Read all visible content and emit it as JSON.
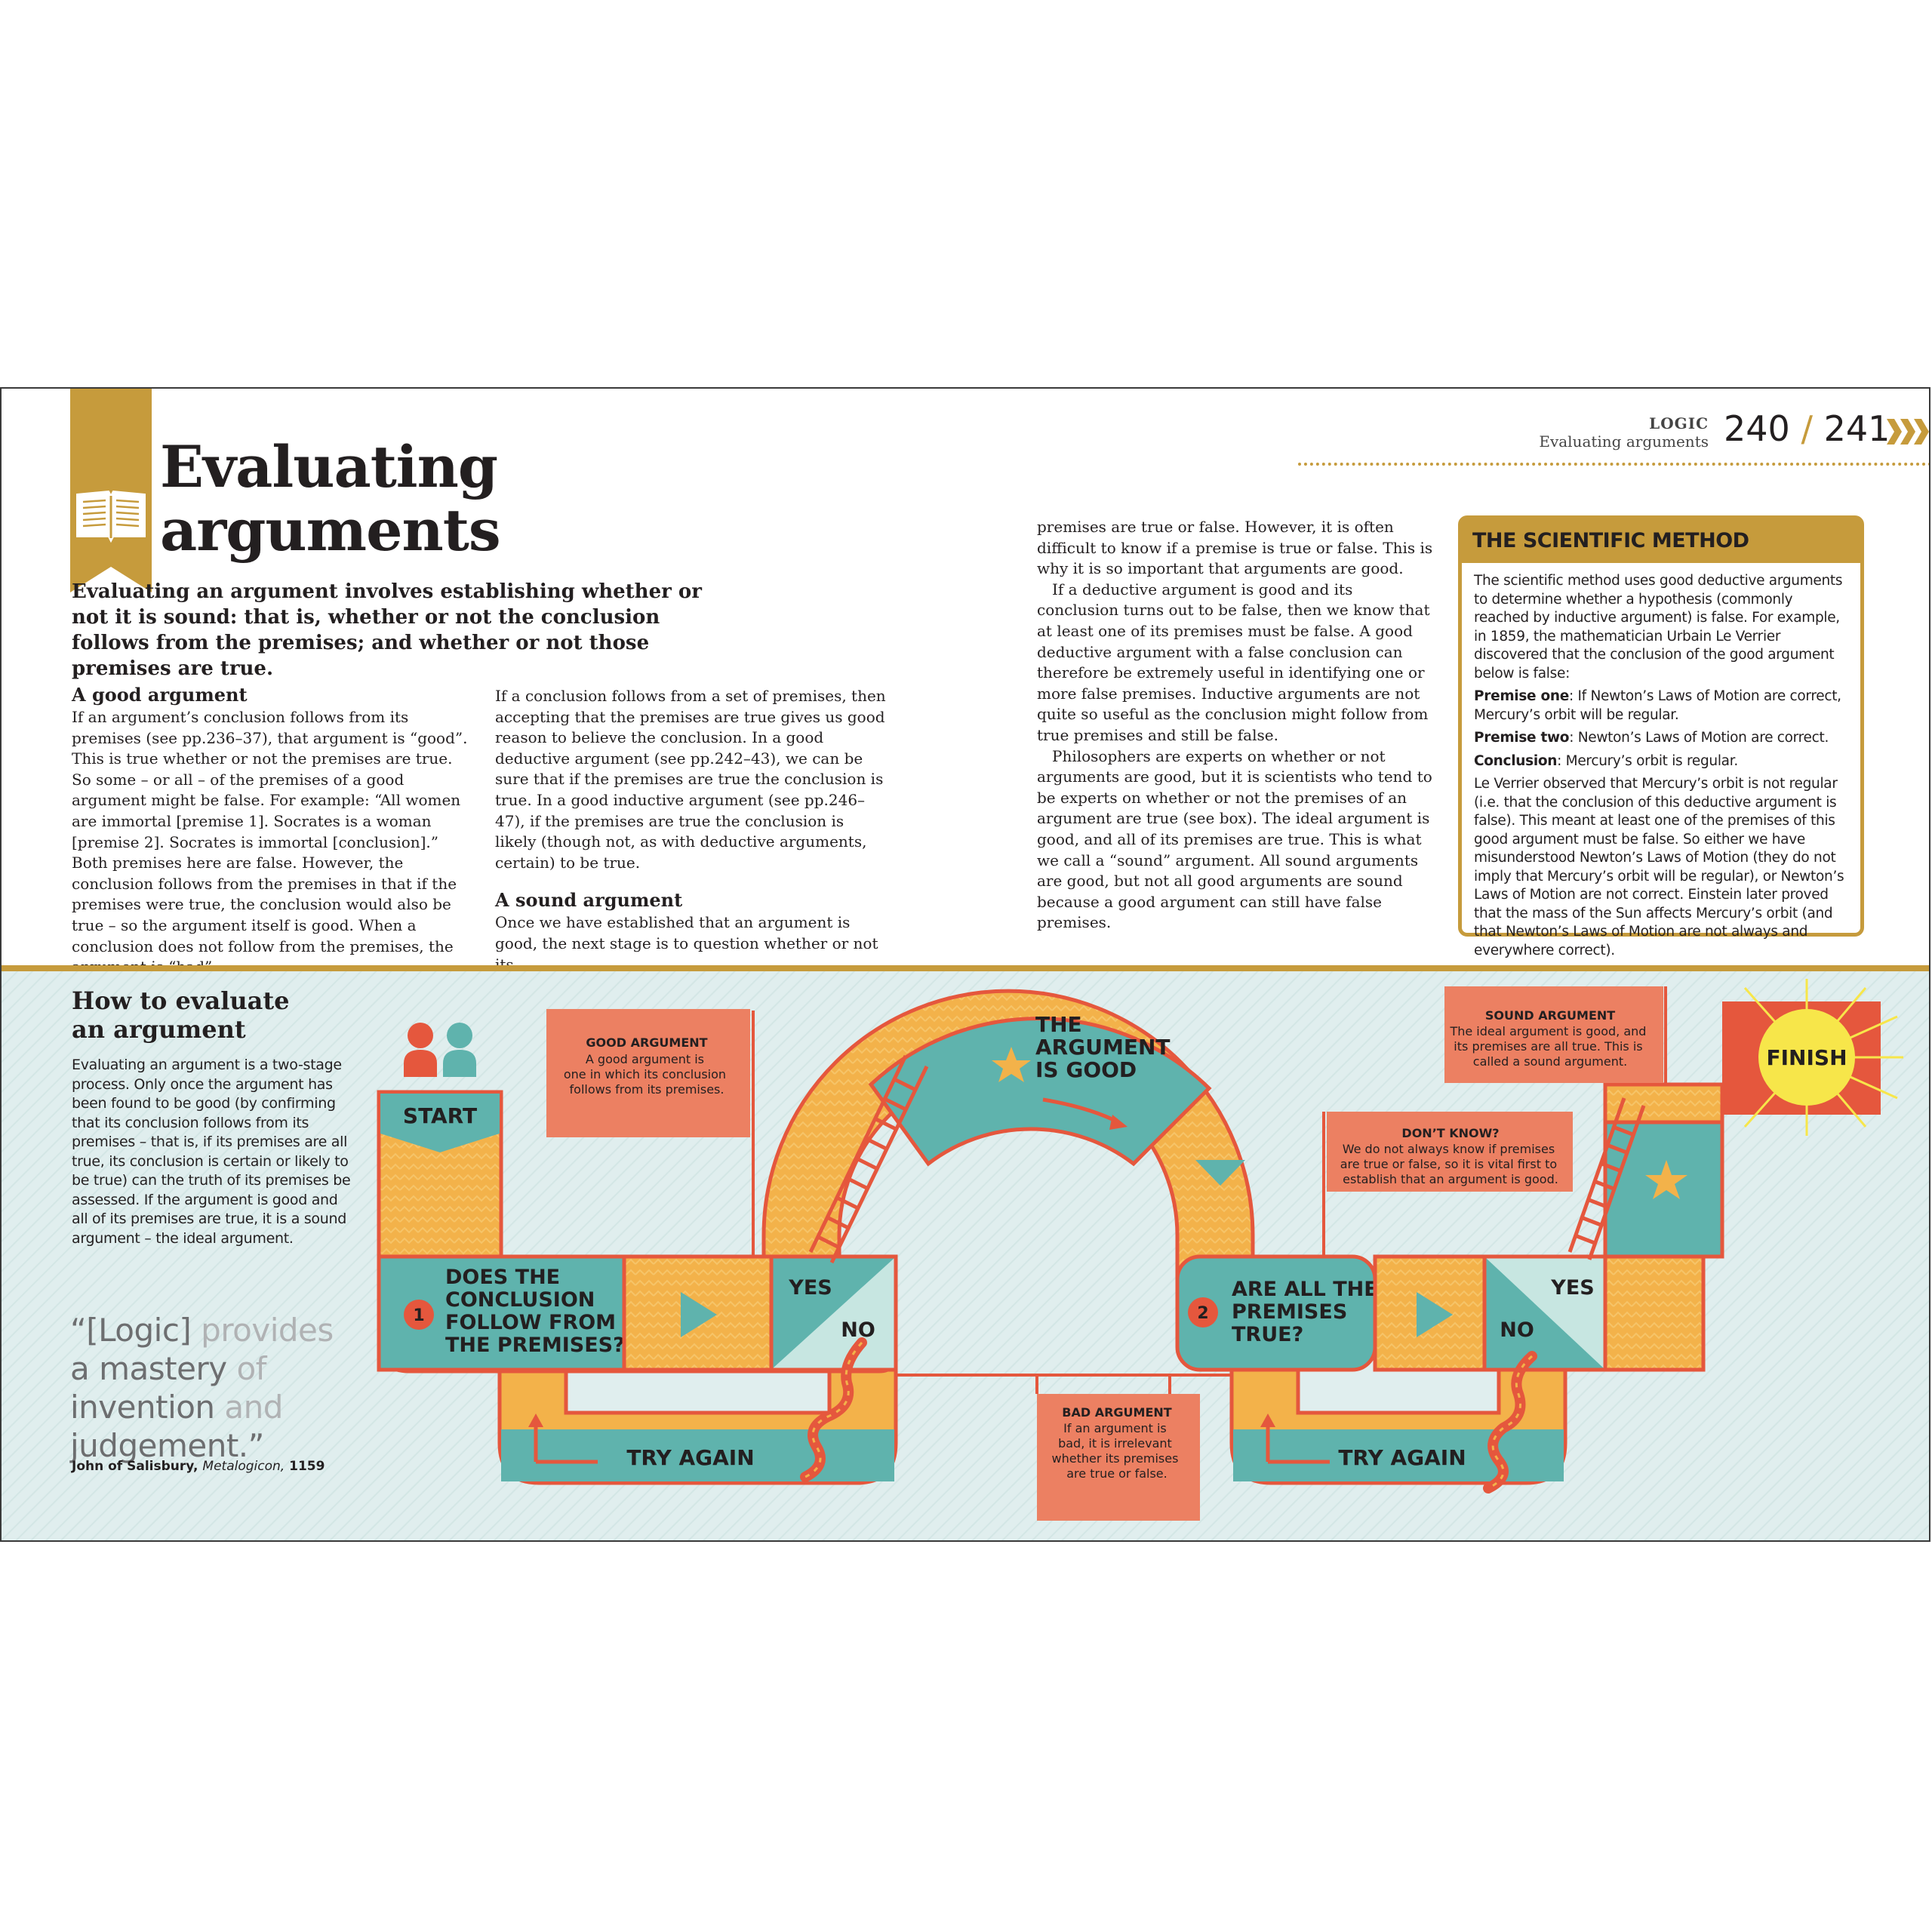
{
  "header": {
    "section": "LOGIC",
    "subsection": "Evaluating arguments",
    "page_left": "240",
    "page_sep": "/",
    "page_right": "241"
  },
  "title": {
    "line1": "Evaluating",
    "line2": "arguments"
  },
  "intro": "Evaluating an argument involves establishing whether or not it is sound: that is, whether or not the conclusion follows from the premises; and whether or not those premises are true.",
  "col1": {
    "heading": "A good argument",
    "text": "If an argument’s conclusion follows from its premises (see pp.236–37), that argument is “good”. This is true whether or not the premises are true. So some – or all – of the premises of a good argument might be false. For example: “All women are immortal [premise 1]. Socrates is a woman [premise 2]. Socrates is immortal [conclusion].” Both premises here are false. However, the conclusion follows from the premises in that if the premises were true, the conclusion would also be true – so the argument itself is good. When a conclusion does not follow from the premises, the argument is “bad”."
  },
  "col2": {
    "text": "If a conclusion follows from a set of premises, then accepting that the premises are true gives us good reason to believe the conclusion. In a good deductive argument (see pp.242–43), we can be sure that if the premises are true the conclusion is true. In a good inductive argument (see pp.246–47), if the premises are true the conclusion is likely (though not, as with deductive arguments, certain) to be true.",
    "heading": "A sound argument",
    "text2": "Once we have established that an argument is good, the next stage is to question whether or not its"
  },
  "col3": {
    "p1": "premises are true or false. However, it is often difficult to know if a premise is true or false. This is why it is so important that arguments are good.",
    "p2": "If a deductive argument is good and its conclusion turns out to be false, then we know that at least one of its premises must be false. A good deductive argument with a false conclusion can therefore be extremely useful in identifying one or more false premises. Inductive arguments are not quite so useful as the conclusion might follow from true premises and still be false.",
    "p3": "Philosophers are experts on whether or not arguments are good, but it is scientists who tend to be experts on whether or not the premises of an argument are true (see box). The ideal argument is good, and all of its premises are true. This is what we call a “sound” argument. All sound arguments are good, but not all good arguments are sound because a good argument can still have false premises."
  },
  "scientific": {
    "heading": "THE SCIENTIFIC METHOD",
    "p1": "The scientific method uses good deductive arguments to determine whether a hypothesis (commonly reached by inductive argument) is false. For example, in 1859, the mathematician Urbain Le Verrier discovered that the conclusion of the good argument below is false:",
    "premise1_label": "Premise one",
    "premise1_text": ": If Newton’s Laws of Motion are correct, Mercury’s orbit will be regular.",
    "premise2_label": "Premise two",
    "premise2_text": ": Newton’s Laws of Motion are correct.",
    "conclusion_label": "Conclusion",
    "conclusion_text": ": Mercury’s orbit is regular.",
    "p2": "Le Verrier observed that Mercury’s orbit is not regular (i.e. that the conclusion of this deductive argument is false). This meant at least one of the premises of this good argument must be false. So either we have misunderstood Newton’s Laws of Motion (they do not imply that Mercury’s orbit will be regular), or Newton’s Laws of Motion are not correct. Einstein later proved that the mass of the Sun affects Mercury’s orbit (and that Newton’s Laws of Motion are not always and everywhere correct)."
  },
  "how": {
    "heading_line1": "How to evaluate",
    "heading_line2": "an argument",
    "text": "Evaluating an argument is a two-stage process. Only once the argument has been found to be good (by confirming that its conclusion follows from its premises – that is, if its premises are all true, its conclusion is certain or likely to be true) can the truth of its premises be assessed. If the argument is good and all of its premises are true, it is a sound argument – the ideal argument."
  },
  "quote": {
    "w1": "“[Logic]",
    "w2": "provides",
    "w3": "a",
    "w4": "mastery",
    "w5": "of",
    "w6": "invention",
    "w7": "and",
    "w8": "judgement.”",
    "author": "John of Salisbury,",
    "work": "Metalogicon,",
    "year": "1159"
  },
  "board": {
    "start": "START",
    "finish": "FINISH",
    "q1_num": "1",
    "q1": [
      "DOES THE",
      "CONCLUSION",
      "FOLLOW FROM",
      "THE PREMISES?"
    ],
    "q2_num": "2",
    "q2": [
      "ARE ALL THE",
      "PREMISES",
      "TRUE?"
    ],
    "yes": "YES",
    "no": "NO",
    "good": [
      "THE",
      "ARGUMENT",
      "IS GOOD"
    ],
    "try_again": "TRY AGAIN",
    "note_good_title": "GOOD ARGUMENT",
    "note_good": [
      "A good argument is",
      "one in which its conclusion",
      "follows from its premises."
    ],
    "note_sound_title": "SOUND ARGUMENT",
    "note_sound": [
      "The ideal argument is good, and",
      "its premises are all true. This is",
      "called a sound argument."
    ],
    "note_dk_title": "DON’T KNOW?",
    "note_dk": [
      "We do not always know if premises",
      "are true or false, so it is vital first to",
      "establish that an argument is good."
    ],
    "note_bad_title": "BAD ARGUMENT",
    "note_bad": [
      "If an argument is",
      "bad, it is irrelevant",
      "whether its premises",
      "are true or false."
    ]
  },
  "colors": {
    "gold": "#c69b3c",
    "teal": "#5fb3ad",
    "orange": "#f3b24a",
    "coral": "#ec8062",
    "red": "#e5573d",
    "light_teal": "#c7e6e1",
    "sun": "#f7e64a"
  }
}
